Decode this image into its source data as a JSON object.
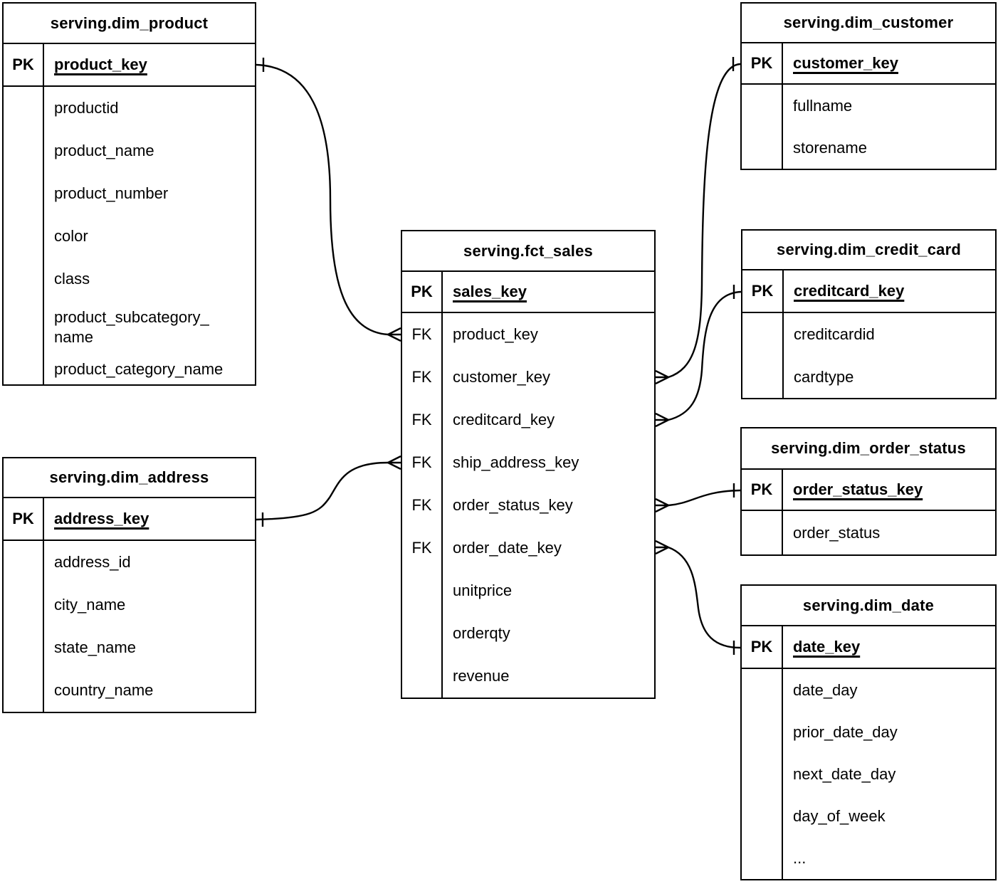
{
  "diagram": {
    "colors": {
      "line": "#000000",
      "background": "#ffffff",
      "text": "#000000"
    },
    "tables": [
      {
        "title": "serving.dim_product",
        "pk": {
          "label": "PK",
          "field": "product_key"
        },
        "fields": [
          {
            "key": "",
            "name": "productid"
          },
          {
            "key": "",
            "name": "product_name"
          },
          {
            "key": "",
            "name": "product_number"
          },
          {
            "key": "",
            "name": "color"
          },
          {
            "key": "",
            "name": "class"
          },
          {
            "key": "",
            "name": "product_subcategory_\nname"
          },
          {
            "key": "",
            "name": "product_category_name"
          }
        ]
      },
      {
        "title": "serving.dim_customer",
        "pk": {
          "label": "PK",
          "field": "customer_key"
        },
        "fields": [
          {
            "key": "",
            "name": "fullname"
          },
          {
            "key": "",
            "name": "storename"
          }
        ]
      },
      {
        "title": "serving.fct_sales",
        "pk": {
          "label": "PK",
          "field": "sales_key"
        },
        "fields": [
          {
            "key": "FK",
            "name": "product_key"
          },
          {
            "key": "FK",
            "name": "customer_key"
          },
          {
            "key": "FK",
            "name": "creditcard_key"
          },
          {
            "key": "FK",
            "name": "ship_address_key"
          },
          {
            "key": "FK",
            "name": "order_status_key"
          },
          {
            "key": "FK",
            "name": "order_date_key"
          },
          {
            "key": "",
            "name": "unitprice"
          },
          {
            "key": "",
            "name": "orderqty"
          },
          {
            "key": "",
            "name": "revenue"
          }
        ]
      },
      {
        "title": "serving.dim_credit_card",
        "pk": {
          "label": "PK",
          "field": "creditcard_key"
        },
        "fields": [
          {
            "key": "",
            "name": "creditcardid"
          },
          {
            "key": "",
            "name": "cardtype"
          }
        ]
      },
      {
        "title": "serving.dim_order_status",
        "pk": {
          "label": "PK",
          "field": "order_status_key"
        },
        "fields": [
          {
            "key": "",
            "name": "order_status"
          }
        ]
      },
      {
        "title": "serving.dim_date",
        "pk": {
          "label": "PK",
          "field": "date_key"
        },
        "fields": [
          {
            "key": "",
            "name": "date_day"
          },
          {
            "key": "",
            "name": "prior_date_day"
          },
          {
            "key": "",
            "name": "next_date_day"
          },
          {
            "key": "",
            "name": "day_of_week"
          },
          {
            "key": "",
            "name": "..."
          }
        ]
      },
      {
        "title": "serving.dim_address",
        "pk": {
          "label": "PK",
          "field": "address_key"
        },
        "fields": [
          {
            "key": "",
            "name": "address_id"
          },
          {
            "key": "",
            "name": "city_name"
          },
          {
            "key": "",
            "name": "state_name"
          },
          {
            "key": "",
            "name": "country_name"
          }
        ]
      }
    ],
    "relations": [
      {
        "many": "serving.fct_sales.product_key",
        "one": "serving.dim_product.product_key",
        "cardinality": "many-to-one"
      },
      {
        "many": "serving.fct_sales.customer_key",
        "one": "serving.dim_customer.customer_key",
        "cardinality": "many-to-one"
      },
      {
        "many": "serving.fct_sales.creditcard_key",
        "one": "serving.dim_credit_card.creditcard_key",
        "cardinality": "many-to-one"
      },
      {
        "many": "serving.fct_sales.ship_address_key",
        "one": "serving.dim_address.address_key",
        "cardinality": "many-to-one"
      },
      {
        "many": "serving.fct_sales.order_status_key",
        "one": "serving.dim_order_status.order_status_key",
        "cardinality": "many-to-one"
      },
      {
        "many": "serving.fct_sales.order_date_key",
        "one": "serving.dim_date.date_key",
        "cardinality": "many-to-one"
      }
    ]
  }
}
